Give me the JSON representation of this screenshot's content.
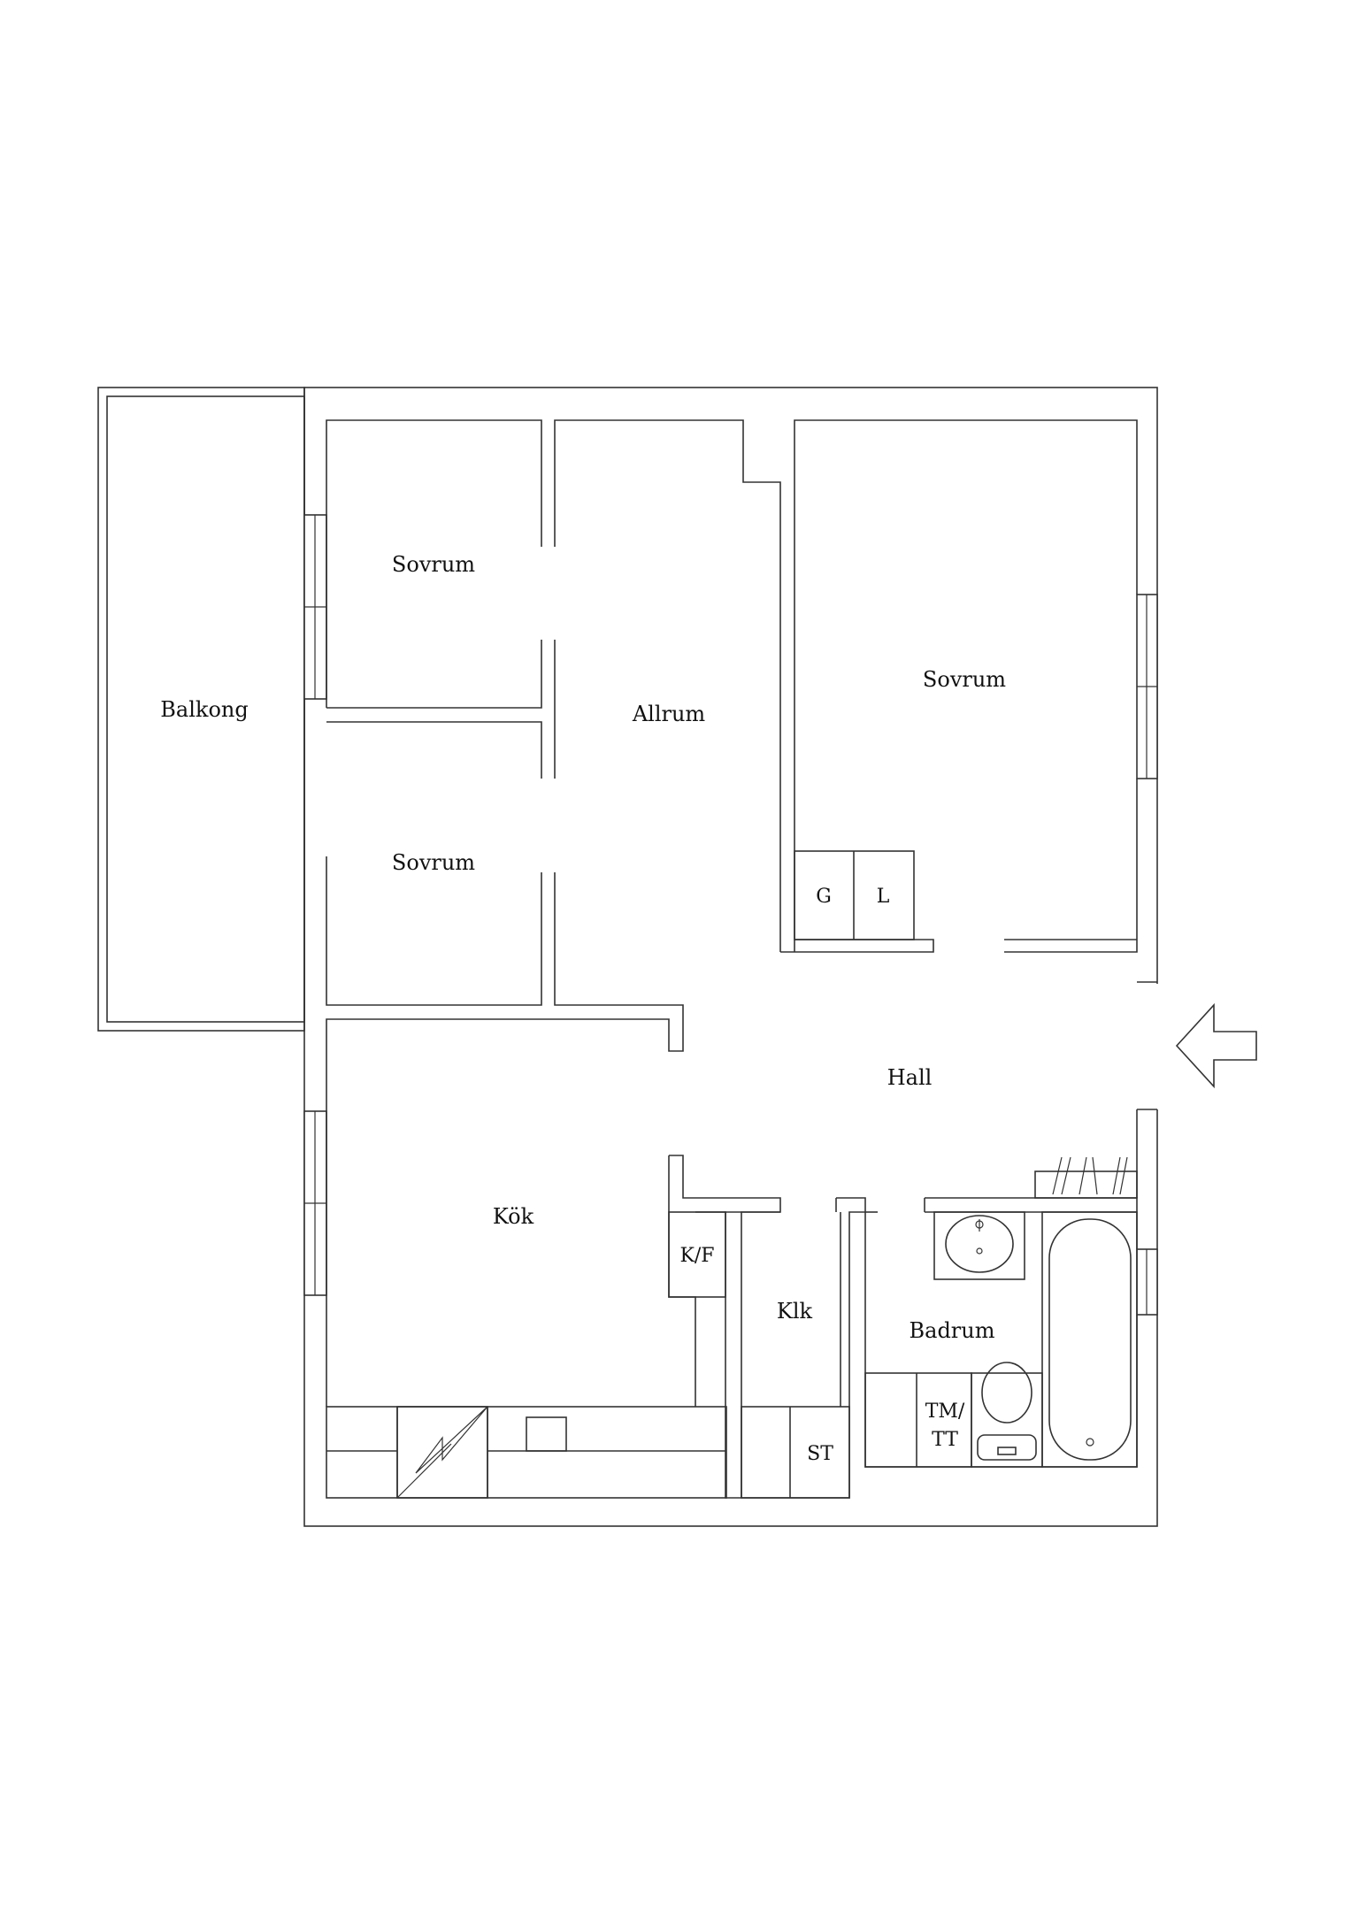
{
  "rooms": {
    "balkong": "Balkong",
    "sovrum_top_left": "Sovrum",
    "sovrum_bottom_left": "Sovrum",
    "sovrum_right": "Sovrum",
    "allrum": "Allrum",
    "hall": "Hall",
    "kok": "Kök",
    "klk": "Klk",
    "badrum": "Badrum"
  },
  "fixtures": {
    "g": "G",
    "l": "L",
    "kf": "K/F",
    "st": "ST",
    "tm": "TM/",
    "tt": "TT"
  },
  "colors": {
    "line": "#333333",
    "background": "#ffffff"
  },
  "icons": {
    "entrance": "entrance-arrow-icon",
    "stove": "stove-icon",
    "sink": "sink-icon",
    "toilet": "toilet-icon",
    "bathtub": "bathtub-icon"
  }
}
